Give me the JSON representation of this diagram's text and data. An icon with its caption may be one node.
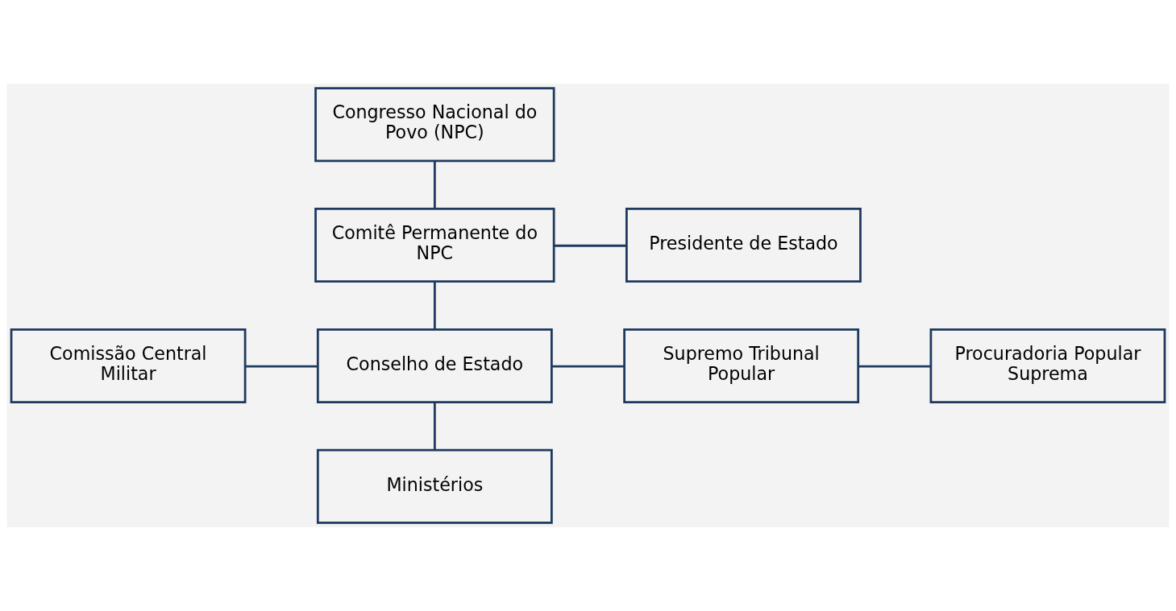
{
  "diagram": {
    "nodes": [
      {
        "text": [
          "Congresso Nacional do Povo (NPC)"
        ]
      },
      {
        "text": [
          "Comitê Permanente do NPC"
        ]
      },
      {
        "text": [
          "Presidente de Estado"
        ]
      },
      {
        "text": [
          "Comissão Central Militar"
        ]
      },
      {
        "text": [
          "Conselho de Estado"
        ]
      },
      {
        "text": [
          "Supremo Tribunal Popular"
        ]
      },
      {
        "text": [
          "Procuradoria Popular Suprema"
        ]
      },
      {
        "text": [
          "Ministérios"
        ]
      }
    ],
    "edges": [
      {
        "from": 0,
        "to": 1,
        "arrow": "none"
      },
      {
        "from": 1,
        "to": 2,
        "arrow": "none"
      },
      {
        "from": 1,
        "to": 4,
        "arrow": "none"
      },
      {
        "from": 3,
        "to": 4,
        "arrow": "none"
      },
      {
        "from": 4,
        "to": 5,
        "arrow": "none"
      },
      {
        "from": 5,
        "to": 6,
        "arrow": "none"
      },
      {
        "from": 4,
        "to": 7,
        "arrow": "none"
      }
    ]
  }
}
